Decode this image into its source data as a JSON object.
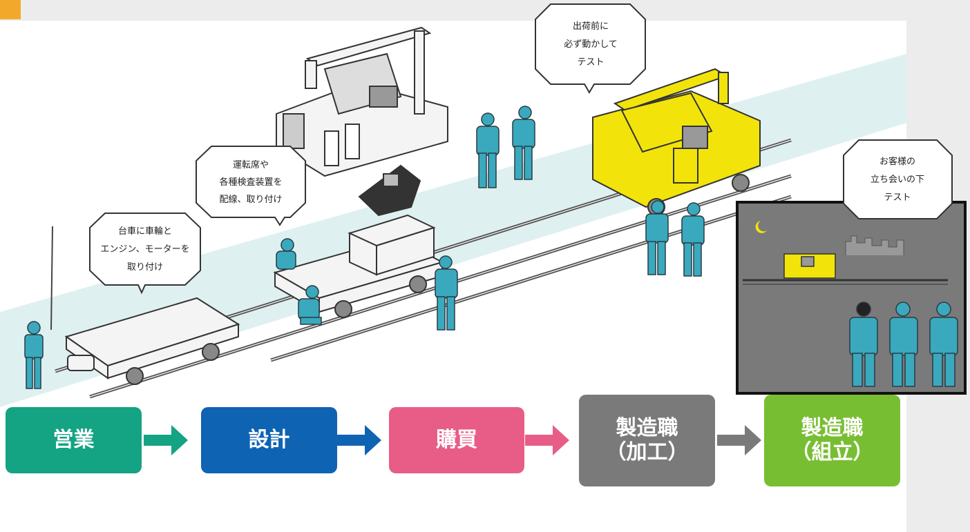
{
  "bubbles": {
    "wheels": [
      "台車に車輪と",
      "エンジン、モーターを",
      "取り付け"
    ],
    "wiring": [
      "運転席や",
      "各種検査装置を",
      "配線、取り付け"
    ],
    "test_before_ship": [
      "出荷前に",
      "必ず動かして",
      "テスト"
    ],
    "customer_test": [
      "お客様の",
      "立ち会いの下",
      "テスト"
    ]
  },
  "flow": [
    {
      "lines": [
        "営業"
      ],
      "color": "#14a383"
    },
    {
      "lines": [
        "設計"
      ],
      "color": "#0f63b3"
    },
    {
      "lines": [
        "購買"
      ],
      "color": "#e85d88"
    },
    {
      "lines": [
        "製造職",
        "（加工）"
      ],
      "color": "#7a7a7a"
    },
    {
      "lines": [
        "製造職",
        "（組立）"
      ],
      "color": "#78be33"
    }
  ],
  "colors": {
    "worker": "#3aa9bd",
    "locomotive": "#f2e40a",
    "track_band": "#dff0f1",
    "night_panel": "#7a7a7a",
    "arrow_green": "#14a383",
    "arrow_blue": "#0f63b3",
    "arrow_pink": "#e85d88",
    "arrow_gray": "#7a7a7a"
  }
}
